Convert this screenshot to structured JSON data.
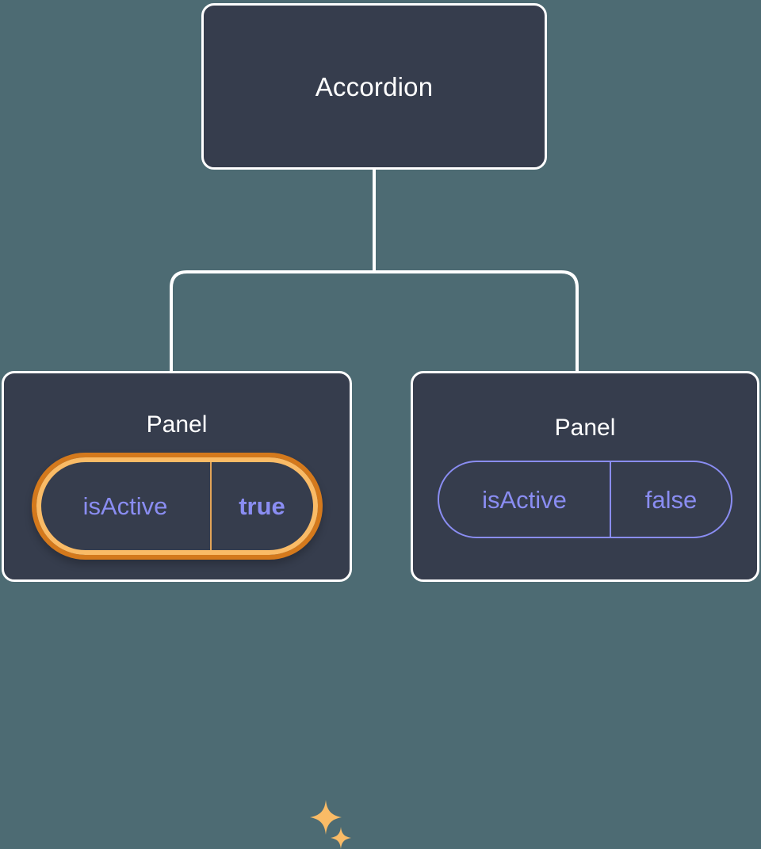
{
  "diagram": {
    "type": "component-tree",
    "background_color": "#4d6b73",
    "node_fill_color": "#363d4d",
    "node_border_color": "#ffffff",
    "connector_color": "#ffffff",
    "highlight_outer_color": "#d4791c",
    "highlight_inner_color": "#fabb66",
    "prop_text_color": "#8a8df2"
  },
  "root": {
    "title": "Accordion"
  },
  "children": [
    {
      "title": "Panel",
      "highlighted": true,
      "prop": {
        "key": "isActive",
        "value": "true"
      },
      "sparkles": [
        "sparkle-large-icon",
        "sparkle-small-icon"
      ]
    },
    {
      "title": "Panel",
      "highlighted": false,
      "prop": {
        "key": "isActive",
        "value": "false"
      }
    }
  ]
}
